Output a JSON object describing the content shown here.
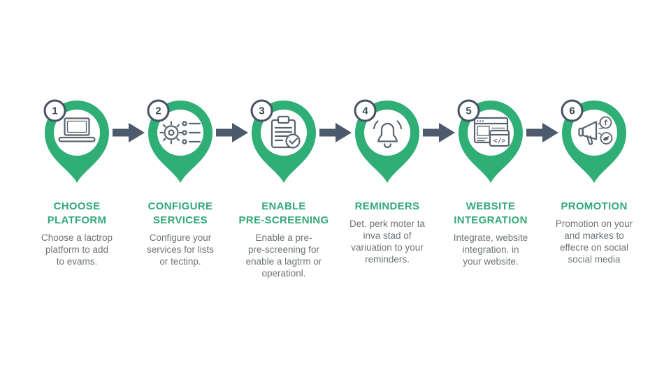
{
  "colors": {
    "green": "#2FAE76",
    "title_green": "#34A87C",
    "slate": "#4D5A6D",
    "icon_gray": "#5A646E",
    "body_text": "#6E7478",
    "badge_border": "#475363",
    "badge_text": "#3E4956",
    "background": "#FFFFFF"
  },
  "steps": [
    {
      "number": "1",
      "icon": "laptop-icon",
      "title": "CHOOSE\nPLATFORM",
      "description": "Choose a lactrop\nplatform to add\nto evams."
    },
    {
      "number": "2",
      "icon": "gear-list-icon",
      "title": "CONFIGURE\nSERVICES",
      "description": "Configure your\nservices for lists\nor tectinp."
    },
    {
      "number": "3",
      "icon": "clipboard-check-icon",
      "title": "ENABLE\nPRE-SCREENING",
      "description": "Enable a pre-\npre-screening for\nenable a lagtrm or\noperationl."
    },
    {
      "number": "4",
      "icon": "bell-icon",
      "title": "REMINDERS",
      "description": "Det. perk moter ta\ninva stad of\nvariuation to your\nreminders."
    },
    {
      "number": "5",
      "icon": "website-code-icon",
      "title": "WEBSITE\nINTEGRATION",
      "description": "Integrate, website\nintegration. in\nyour website."
    },
    {
      "number": "6",
      "icon": "megaphone-social-icon",
      "title": "PROMOTION",
      "description": "Promotion on your\nand markes to\neffecre on social\nsocial media"
    }
  ],
  "icon_glyphs": {
    "code": "</>",
    "facebook": "f"
  }
}
